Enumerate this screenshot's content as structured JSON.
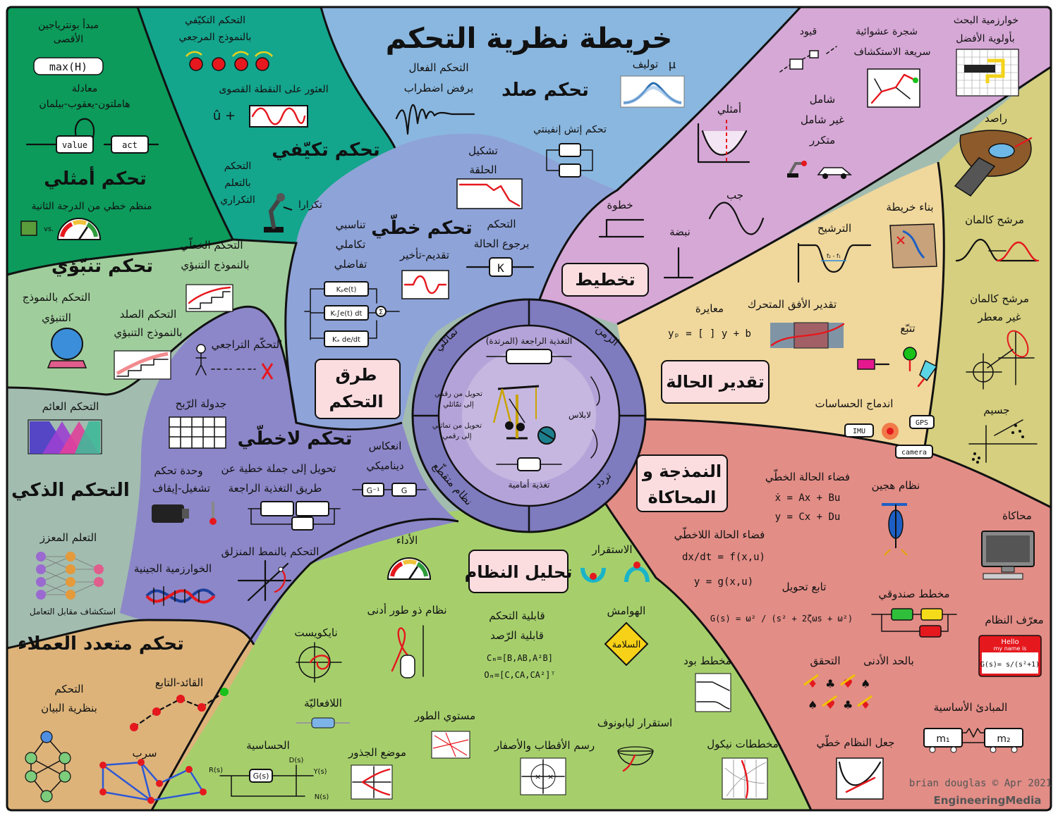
{
  "title": "خريطة نظرية التحكم",
  "colors": {
    "optimal": "#0c9b5b",
    "adaptive": "#14a58d",
    "robust": "#8ab7df",
    "planning": "#d6a8d6",
    "observer": "#d5cf7f",
    "estimation": "#f0d79c",
    "modeling": "#e28d86",
    "analysis": "#a6cf6c",
    "linear": "#8ea3d8",
    "nonlinear": "#8c87c9",
    "predictive": "#a0cd9c",
    "intelligent": "#a2bcb0",
    "multiagent": "#ddb37a",
    "hub": "#8a86c8"
  },
  "categories": {
    "optimal": "تحكم أمثلي",
    "adaptive": "تحكم تكيّفي",
    "robust": "تحكم صلد",
    "linear": "تحكم خطّي",
    "predictive": "تحكم تنبّؤي",
    "methods": "طرق التحكم",
    "nonlinear": "تحكم لاخطّي",
    "intelligent": "التحكم الذكي",
    "multiagent": "تحكم متعدد العملاء",
    "analysis": "تحليل النظام",
    "modeling_1": "النمذجة و",
    "modeling_2": "المحاكاة",
    "estimation": "تقدير الحالة",
    "planning": "تخطيط"
  },
  "methods_box": {
    "line1": "طرق",
    "line2": "التحكم"
  },
  "hub": {
    "feedback": "التغذية الراجعة (المرتدة)",
    "feedforward": "تغذية أمامية",
    "laplace": "لابلاس",
    "d2a_1": "تحويل من رقمي",
    "d2a_2": "إلى تمّاثلي",
    "a2d_1": "تحويل من تماثلي",
    "a2d_2": "إلى رقمي",
    "ring_time": "الزمن",
    "ring_freq": "تردد",
    "ring_analog": "تماثلي",
    "ring_discrete": "نظام متقطّع"
  },
  "optimal": {
    "pontryagin_1": "مبدأ بونترياجين",
    "pontryagin_2": "الأقصى",
    "maxh": "max(H)",
    "hjb_1": "معادلة",
    "hjb_2": "هاملتون-يعقوب-بيلمان",
    "value": "value",
    "act": "act",
    "lqr": "منظم خطي من الدرجة الثانية",
    "vs": "vs."
  },
  "adaptive": {
    "mrac_1": "التحكم التكيّفي",
    "mrac_2": "بالنموذج المرجعي",
    "extremum": "العثور على النقطة القصوى",
    "uhat": "û +",
    "ilc_1": "التحكم",
    "ilc_2": "بالتعلم",
    "ilc_3": "التكراري",
    "ilc_4": "تكرارا"
  },
  "robust": {
    "active_1": "التحكم الفعال",
    "active_2": "برفض اضطراب",
    "mu": "μ",
    "mu_tuning": "توليف",
    "hinf": "تحكم إتش إنفينتي"
  },
  "linear": {
    "loop_1": "تشكيل",
    "loop_2": "الحلقة",
    "pid_1": "تناسبي",
    "pid_2": "تكاملي",
    "pid_3": "تفاضلي",
    "leadlag": "تقديم-تأخير",
    "fb_1": "التحكم",
    "fb_2": "برجوع الحالة",
    "k": "K",
    "kp": "Kₚe(t)",
    "ki": "Kᵢ∫e(t) dt",
    "kd": "Kₔ de/dt",
    "sigma": "Σ"
  },
  "predictive": {
    "lmpc_1": "التحكم الخطّي",
    "lmpc_2": "بالنموذج التنبؤي",
    "mpc_1": "التحكم بالنموذج",
    "mpc_2": "التنبؤي",
    "rmpc_1": "التحكم الصلد",
    "rmpc_2": "بالنموذج التنبؤي"
  },
  "nonlinear": {
    "backstep": "التحكّم التراجعي",
    "gain": "جدولة الرّبح",
    "fblin": "تحويل إلى جملة خطية عن",
    "fblin_2": "طريق التغذية الراجعة",
    "onoff_1": "وحدة تحكم",
    "onoff_2": "تشغيل-إيقاف",
    "smc": "التحكم بالنمط المنزلق",
    "dyninv_1": "انعكاس",
    "dyninv_2": "ديناميكي",
    "ginv": "G⁻¹",
    "g": "G"
  },
  "intelligent": {
    "fuzzy": "التحكم العائم",
    "rl": "التعلم المعزز",
    "explore": "استكشاف مقابل التعامل",
    "ga": "الخوارزمية الجينية"
  },
  "multiagent": {
    "graph_1": "التحكم",
    "graph_2": "بنظرية البيان",
    "leader": "القائد-التابع",
    "swarm": "سرب"
  },
  "analysis": {
    "performance": "الأداء",
    "stability": "الاستقرار",
    "lowdim": "نظام ذو طور أدنى",
    "ctrl": "قابلية التحكم",
    "obs": "قابلية الرّصد",
    "cm": "Cₘ=[B,AB,A²B]",
    "om": "Oₘ=[C,CA,CA²]ᵀ",
    "margins": "الهوامش",
    "safety": "السلامة",
    "nyquist": "نايكويست",
    "bode": "مخطط بود",
    "passivity": "اللافعاليّة",
    "phase_plane": "مستوي الطور",
    "lyapunov": "استقرار ليابونوف",
    "pz": "رسم الأقطاب والأصفار",
    "sensitivity": "الحساسية",
    "root_locus": "موضع الجذور",
    "nichols": "مخططات نيكول",
    "gs": "G(s)",
    "r": "R(s)",
    "d": "D(s)",
    "y": "Y(s)",
    "n": "N(s)"
  },
  "modeling": {
    "lss": "فضاء الحالة الخطّي",
    "lss_1": "ẋ = Ax + Bu",
    "lss_2": "y = Cx + Du",
    "hybrid": "نظام هجين",
    "nlss": "فضاء الحالة اللاخطّي",
    "nlss_1": "dx/dt = f(x,u)",
    "nlss_2": "y = g(x,u)",
    "tf": "تابع تحويل",
    "tf_eq": "G(s) = ω² / (s² + 2ζωs + ω²)",
    "block": "مخطط صندوقي",
    "sysid": "معرّف النظام",
    "sim": "محاكاة",
    "mincheck_1": "التحقق",
    "mincheck_2": "بالحد الأدنى",
    "firstp": "المبادئ الأساسية",
    "linearize": "جعل النظام خطّي",
    "m1": "m₁",
    "m2": "m₂",
    "hello": "Hello",
    "my_name": "my name is",
    "gs_tag": "G(s)= s/(s²+1)"
  },
  "estimation": {
    "observer": "راصد",
    "kalman": "مرشح كالمان",
    "ukf_1": "مرشح كالمان",
    "ukf_2": "غير معطر",
    "particle": "جسيم",
    "map": "بناء خريطة",
    "filter": "الترشيح",
    "mhe": "تقدير الأفق المتحرك",
    "calib": "معايرة",
    "calib_eq": "yₚ = [ ] y + b",
    "track": "تتبّع",
    "fusion": "اندماج الحساسات",
    "imu": "IMU",
    "gps": "GPS",
    "camera": "camera",
    "f2f1": "f₂ - f₁"
  },
  "planning": {
    "astar_1": "خوارزمية البحث",
    "astar_2": "بأولوية الأفضل",
    "rrt_1": "شجرة عشوائية",
    "rrt_2": "سريعة الاستكشاف",
    "constraints": "قيود",
    "optimal": "أمثلي",
    "coverage_1": "شامل",
    "coverage_2": "غير شامل",
    "coverage_3": "متكرر",
    "step": "خطوة",
    "impulse": "نبضة",
    "sine": "جب"
  },
  "credit": {
    "author": "brian douglas © Apr 2021",
    "brand": "EngineeringMedia"
  }
}
